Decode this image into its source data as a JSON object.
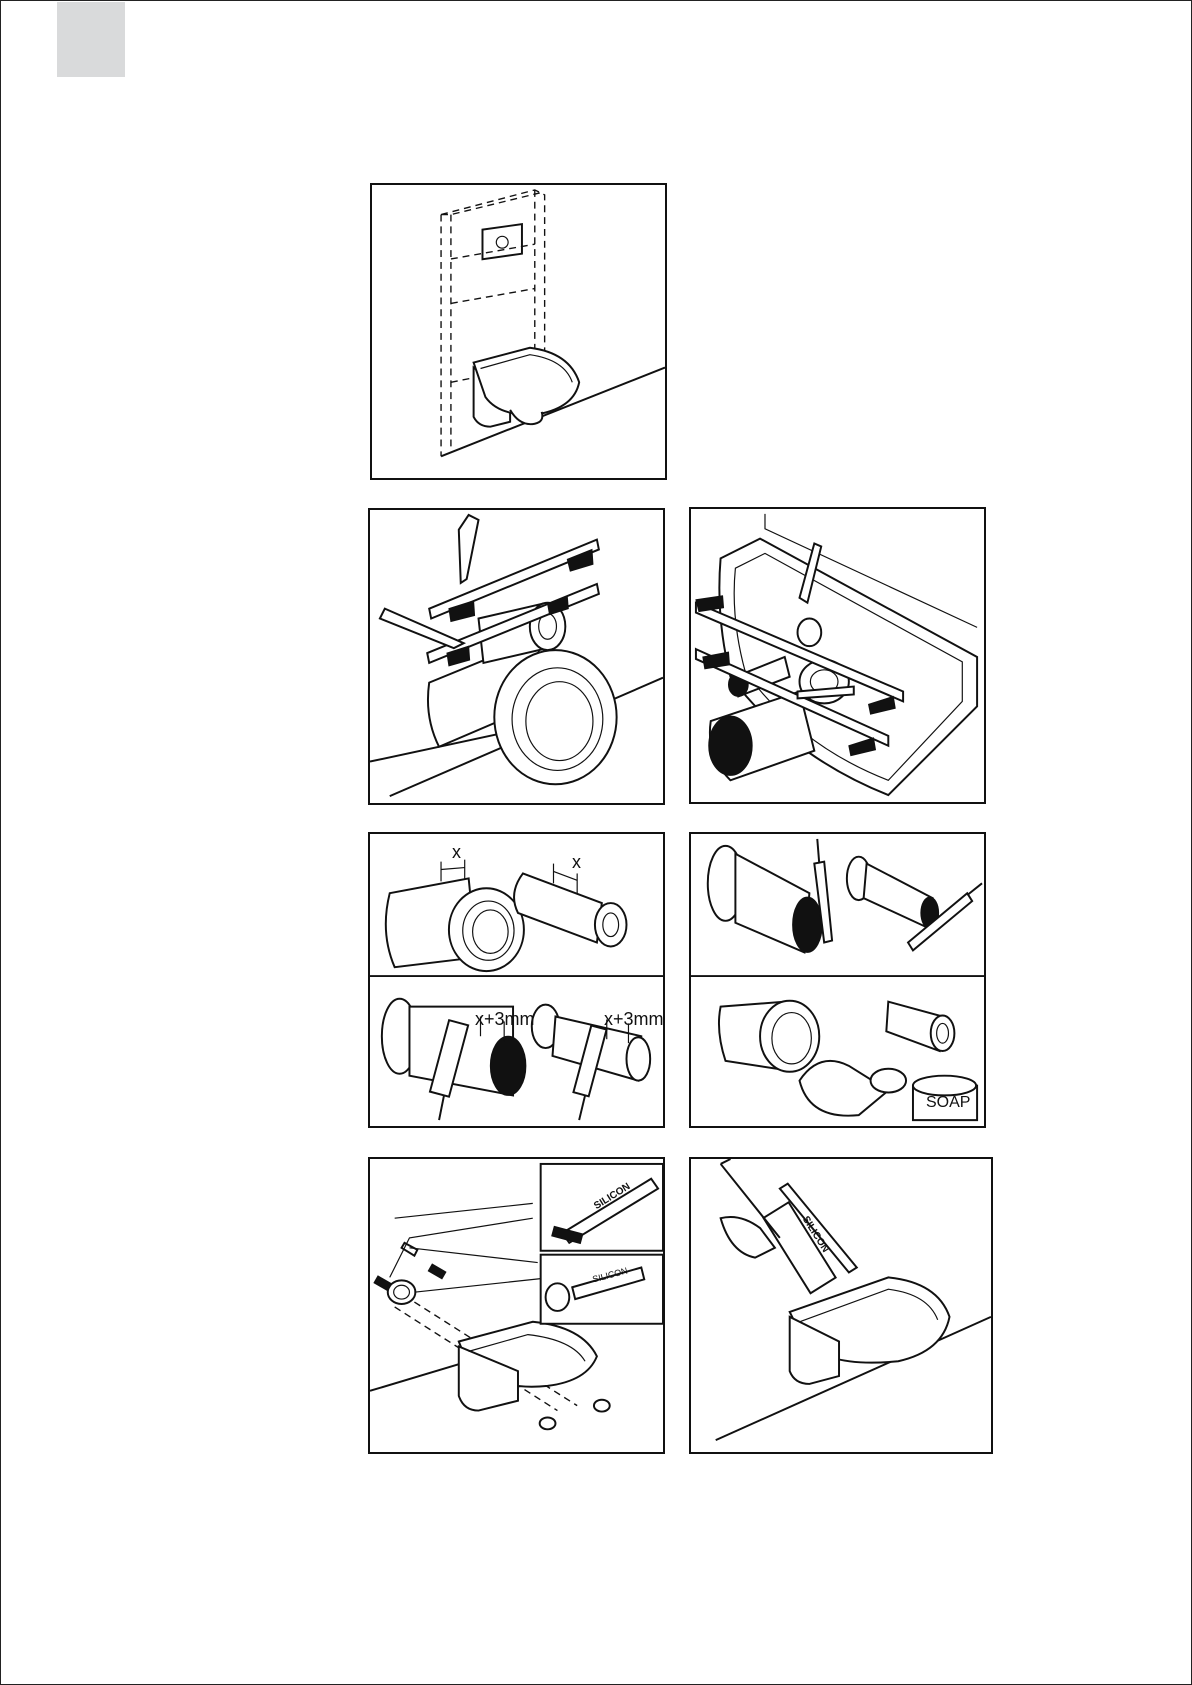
{
  "labels": {
    "measure_x_1": "x",
    "measure_x_2": "x",
    "cut_offset_1": "x+3mm",
    "cut_offset_2": "x+3mm",
    "soap_tin": "SOAP",
    "silicon_tube_1": "SILICON",
    "silicon_tube_2": "SILICON",
    "silicon_gun": "SILICON"
  }
}
